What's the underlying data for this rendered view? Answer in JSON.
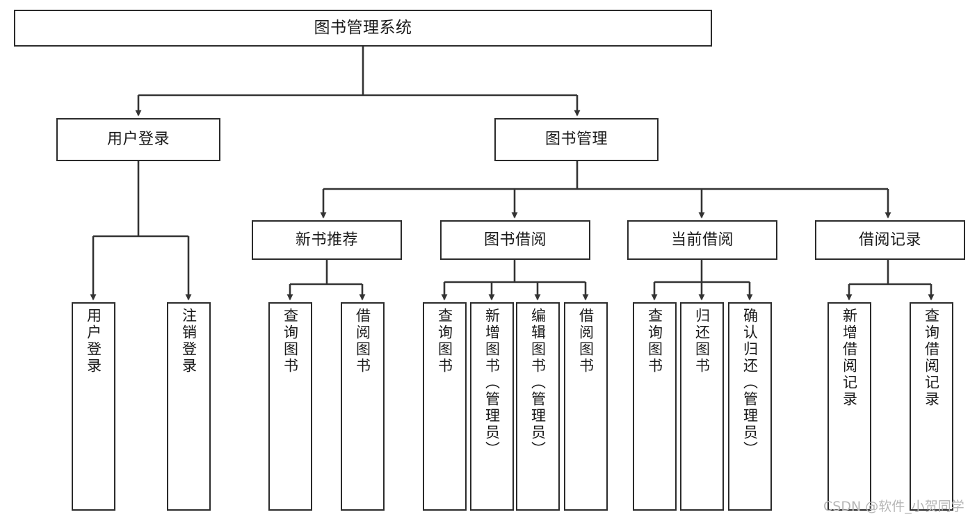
{
  "diagram": {
    "title": "图书管理系统",
    "type": "tree",
    "orientation": "top-down",
    "colors": {
      "node_border": "#2b2b2b",
      "node_fill": "#ffffff",
      "edge": "#333333",
      "background": "#ffffff",
      "watermark": "#b6b6b6"
    },
    "nodes": {
      "root": {
        "label": "图书管理系统"
      },
      "level2": [
        {
          "id": "user-login",
          "label": "用户登录"
        },
        {
          "id": "book-management",
          "label": "图书管理"
        }
      ],
      "level3": [
        {
          "id": "new-book-recommend",
          "label": "新书推荐"
        },
        {
          "id": "book-borrow",
          "label": "图书借阅"
        },
        {
          "id": "current-borrow",
          "label": "当前借阅"
        },
        {
          "id": "borrow-record",
          "label": "借阅记录"
        }
      ],
      "leaves": {
        "user-login": [
          {
            "id": "leaf-user-login",
            "label": "用户登录"
          },
          {
            "id": "leaf-logout-login",
            "label": "注销登录"
          }
        ],
        "new-book-recommend": [
          {
            "id": "leaf-query-book-1",
            "label": "查询图书"
          },
          {
            "id": "leaf-borrow-book-1",
            "label": "借阅图书"
          }
        ],
        "book-borrow": [
          {
            "id": "leaf-query-book-2",
            "label": "查询图书"
          },
          {
            "id": "leaf-add-book",
            "label": "新增图书（管理员）"
          },
          {
            "id": "leaf-edit-book",
            "label": "编辑图书（管理员）"
          },
          {
            "id": "leaf-borrow-book-2",
            "label": "借阅图书"
          }
        ],
        "current-borrow": [
          {
            "id": "leaf-query-book-3",
            "label": "查询图书"
          },
          {
            "id": "leaf-return-book",
            "label": "归还图书"
          },
          {
            "id": "leaf-confirm-return",
            "label": "确认归还（管理员）"
          }
        ],
        "borrow-record": [
          {
            "id": "leaf-add-record",
            "label": "新增借阅记录"
          },
          {
            "id": "leaf-query-record",
            "label": "查询借阅记录"
          }
        ]
      }
    },
    "watermark": "CSDN @软件_小贺同学"
  }
}
